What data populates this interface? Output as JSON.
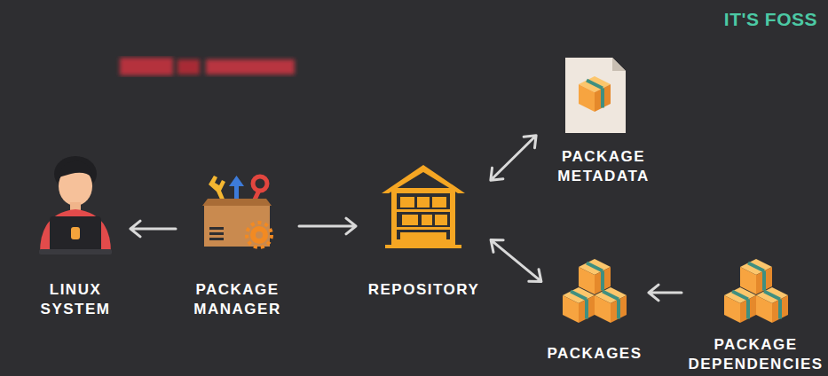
{
  "diagram": {
    "nodes": [
      {
        "text": [
          "LINUX SYSTEM"
        ]
      },
      {
        "text": [
          "PACKAGE MANAGER"
        ]
      },
      {
        "text": [
          "REPOSITORY"
        ]
      },
      {
        "text": [
          "PACKAGE METADATA"
        ]
      },
      {
        "text": [
          "PACKAGES"
        ]
      },
      {
        "text": [
          "PACKAGE DEPENDENCIES"
        ]
      }
    ],
    "edges": [
      {
        "from": 1,
        "to": 0,
        "arrow": "to"
      },
      {
        "from": 1,
        "to": 2,
        "arrow": "to"
      },
      {
        "from": 2,
        "to": 3,
        "arrow": "both"
      },
      {
        "from": 2,
        "to": 4,
        "arrow": "both"
      },
      {
        "from": 5,
        "to": 4,
        "arrow": "to"
      }
    ],
    "labels": [
      "IT'S FOSS"
    ]
  }
}
